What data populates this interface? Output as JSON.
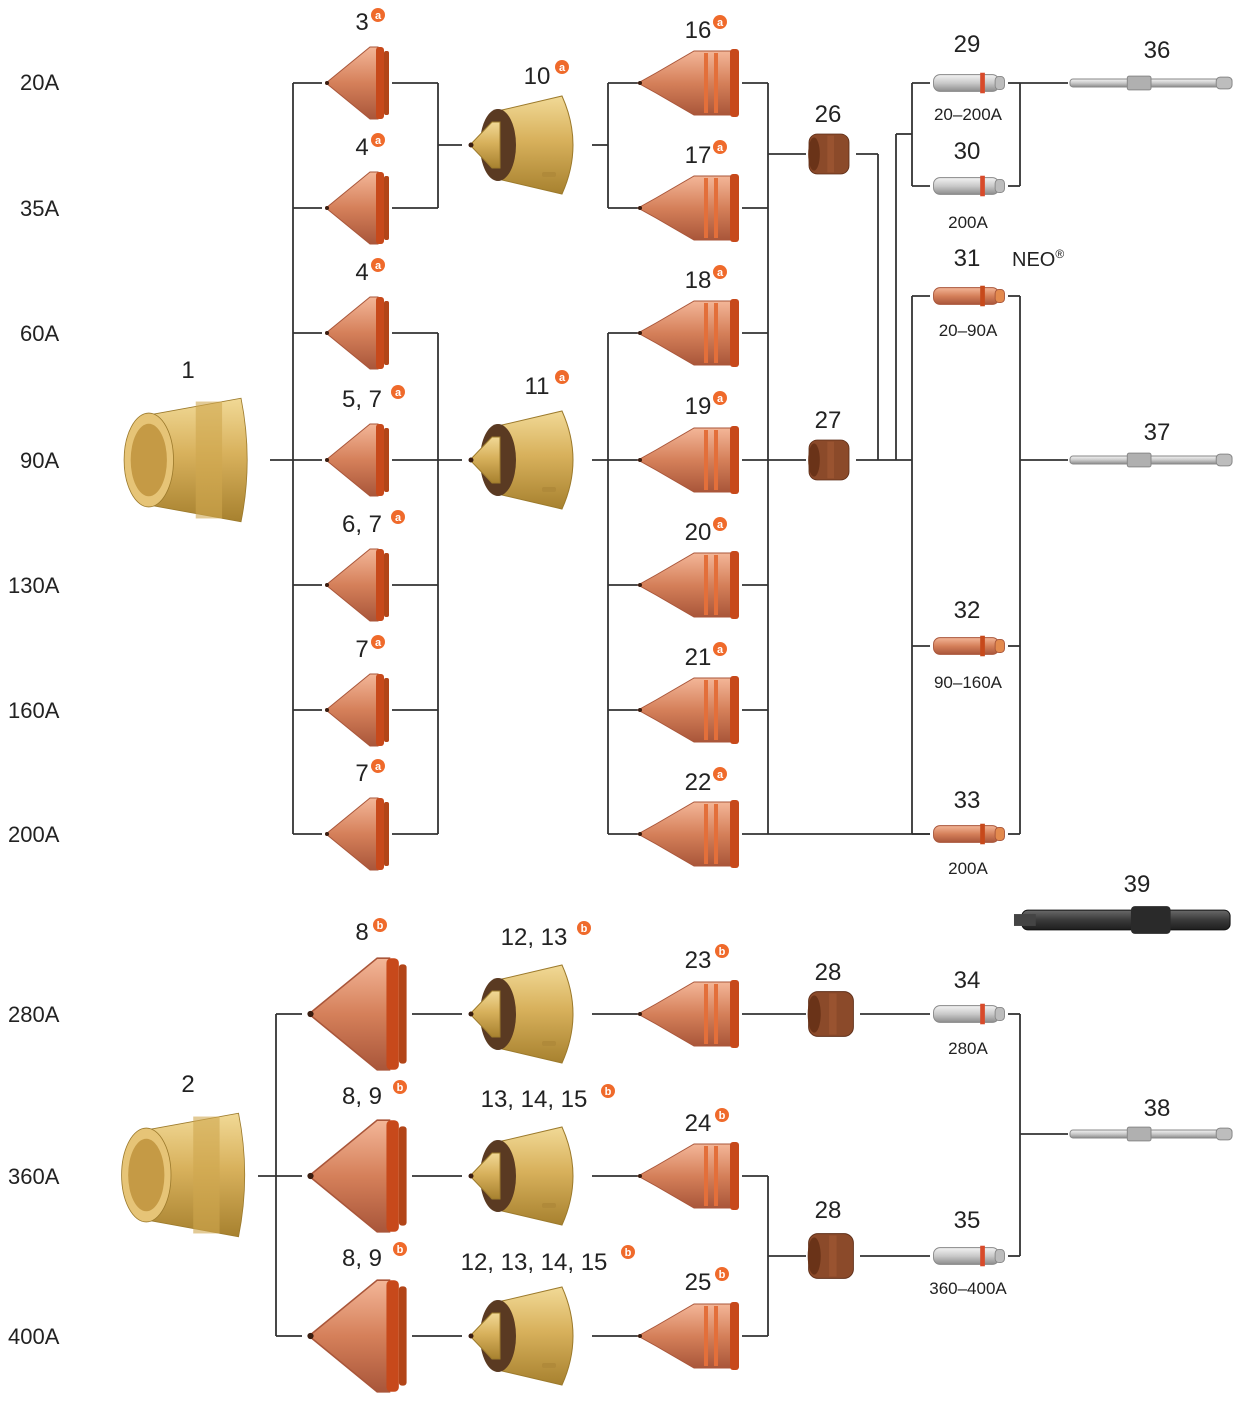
{
  "amperage_labels": [
    "20A",
    "35A",
    "60A",
    "90A",
    "130A",
    "160A",
    "200A",
    "280A",
    "360A",
    "400A"
  ],
  "part_numbers": {
    "p1": "1",
    "p2": "2",
    "p3": "3",
    "p4a": "4",
    "p4b": "4",
    "p5": "5, 7",
    "p6": "6, 7",
    "p7a": "7",
    "p7b": "7",
    "p8a": "8",
    "p8b": "8, 9",
    "p8c": "8, 9",
    "p10": "10",
    "p11": "11",
    "p12a": "12, 13",
    "p13": "13, 14, 15",
    "p12b": "12, 13, 14, 15",
    "p16": "16",
    "p17": "17",
    "p18": "18",
    "p19": "19",
    "p20": "20",
    "p21": "21",
    "p22": "22",
    "p23": "23",
    "p24": "24",
    "p25": "25",
    "p26": "26",
    "p27": "27",
    "p28a": "28",
    "p28b": "28",
    "p29": "29",
    "p30": "30",
    "p31": "31",
    "p32": "32",
    "p33": "33",
    "p34": "34",
    "p35": "35",
    "p36": "36",
    "p37": "37",
    "p38": "38",
    "p39": "39"
  },
  "electrode_ranges": {
    "r29": "20–200A",
    "r30": "200A",
    "r31": "20–90A",
    "r32": "90–160A",
    "r33": "200A",
    "r34": "280A",
    "r35": "360–400A"
  },
  "neo_label": "NEO",
  "neo_mark": "®",
  "badge_labels": {
    "a": "a",
    "b": "b"
  },
  "colors": {
    "brass": "#d8b15c",
    "copper": "#d5805a",
    "copper_ring": "#c7491b",
    "brown": "#8b4a2a",
    "silver": "#c9c9c9",
    "badge": "#ef6a2b",
    "line": "#333333"
  }
}
